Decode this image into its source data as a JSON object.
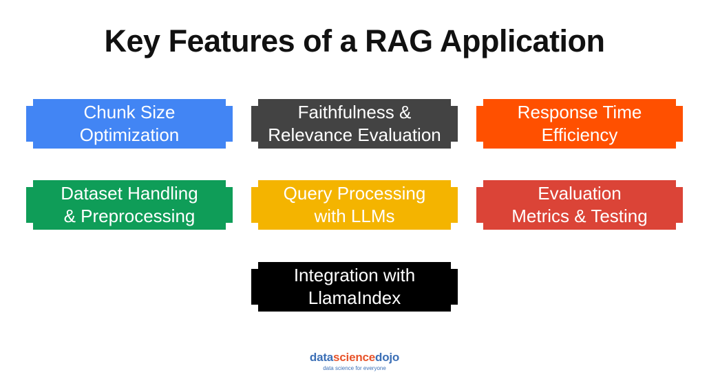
{
  "title": "Key Features of a RAG Application",
  "features": [
    {
      "label": "Chunk Size\nOptimization",
      "color": "#4285f4"
    },
    {
      "label": "Faithfulness &\nRelevance Evaluation",
      "color": "#434343"
    },
    {
      "label": "Response Time\nEfficiency",
      "color": "#ff5000"
    },
    {
      "label": "Dataset Handling\n& Preprocessing",
      "color": "#0f9d58"
    },
    {
      "label": "Query Processing\nwith LLMs",
      "color": "#f4b400"
    },
    {
      "label": "Evaluation\nMetrics & Testing",
      "color": "#db4437"
    },
    {
      "label": "Integration with\nLlamaIndex",
      "color": "#000000"
    }
  ],
  "logo": {
    "part1": "data",
    "part2": "science",
    "part3": "dojo",
    "tagline": "data science for everyone"
  }
}
